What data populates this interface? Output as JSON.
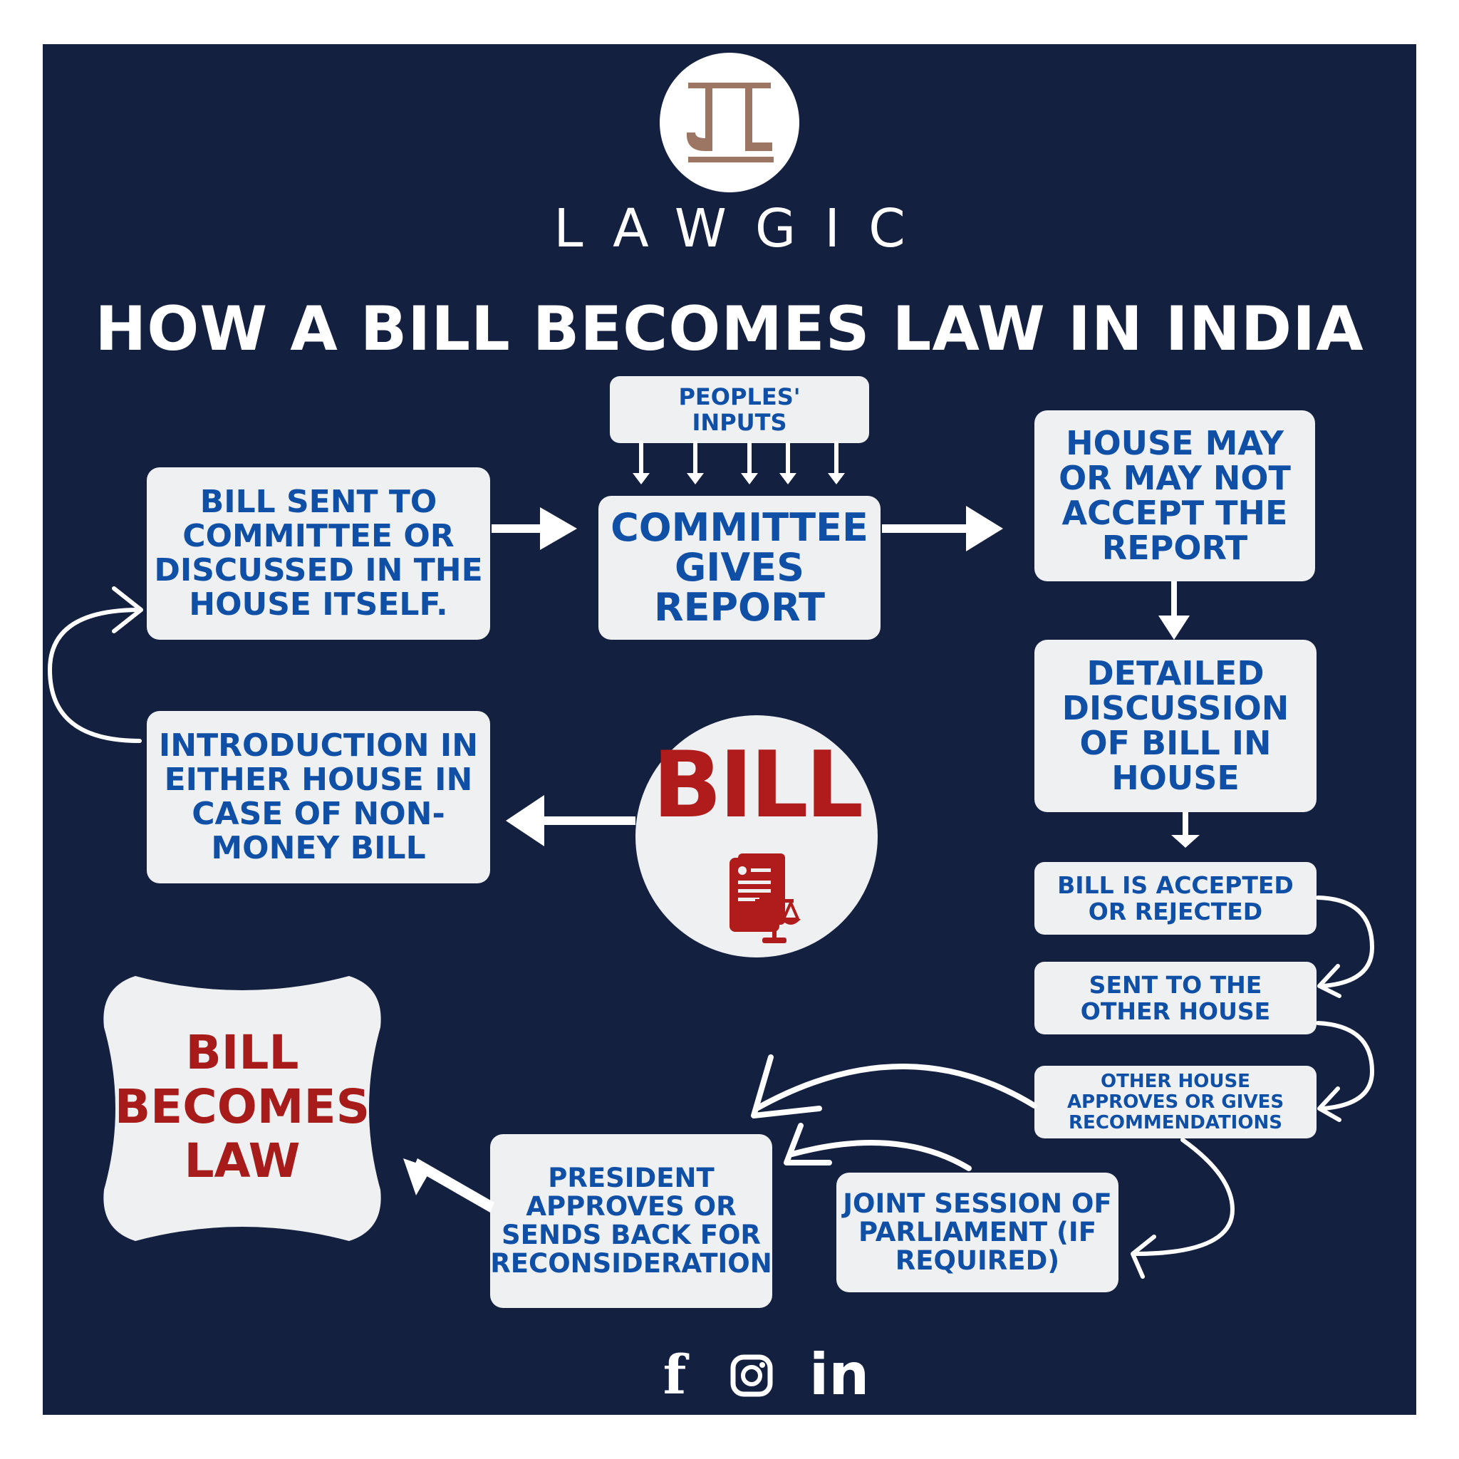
{
  "brand": {
    "name": "LAWGIC",
    "colors": {
      "background": "#14203f",
      "box": "#eef0f1",
      "box_text": "#0f4fa6",
      "accent_red": "#b01c1c",
      "logo_brown": "#9c7663"
    }
  },
  "title": "HOW A BILL BECOMES LAW IN INDIA",
  "center": {
    "label": "BILL"
  },
  "steps": {
    "peoples_inputs": [
      "PEOPLES'",
      "INPUTS"
    ],
    "committee_sent": [
      "BILL SENT TO",
      "COMMITTEE OR",
      "DISCUSSED IN THE",
      "HOUSE ITSELF."
    ],
    "committee_report": [
      "COMMITTEE",
      "GIVES",
      "REPORT"
    ],
    "house_accept": [
      "HOUSE MAY",
      "OR MAY NOT",
      "ACCEPT THE",
      "REPORT"
    ],
    "introduction": [
      "INTRODUCTION IN",
      "EITHER HOUSE IN",
      "CASE OF NON-",
      "MONEY BILL"
    ],
    "detailed_discussion": [
      "DETAILED",
      "DISCUSSION",
      "OF BILL IN",
      "HOUSE"
    ],
    "accepted_rejected": [
      "BILL IS ACCEPTED",
      "OR REJECTED"
    ],
    "other_house": [
      "SENT TO THE",
      "OTHER HOUSE"
    ],
    "other_house_approves": [
      "OTHER HOUSE",
      "APPROVES OR GIVES",
      "RECOMMENDATIONS"
    ],
    "joint_session": [
      "JOINT SESSION OF",
      "PARLIAMENT (IF",
      "REQUIRED)"
    ],
    "president": [
      "PRESIDENT",
      "APPROVES OR",
      "SENDS BACK FOR",
      "RECONSIDERATION"
    ],
    "becomes_law": [
      "BILL",
      "BECOMES",
      "LAW"
    ]
  },
  "social": {
    "facebook": "f",
    "instagram": "instagram-icon",
    "linkedin": "in"
  }
}
